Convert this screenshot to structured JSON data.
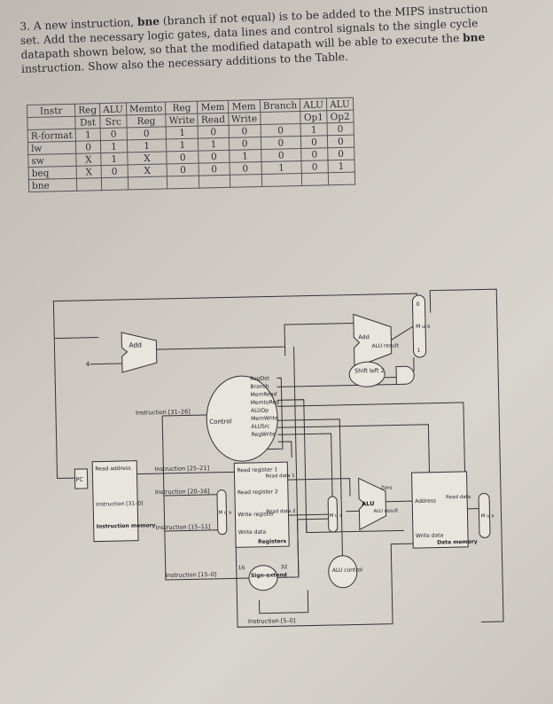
{
  "question": {
    "number": "3.",
    "line1_pre": "A new instruction, ",
    "line1_bold": "bne",
    "line1_post": " (branch if not equal) is to be added to the MIPS instruction",
    "line2": "set. Add the necessary logic gates, data lines and control signals to the single cycle",
    "line3_pre": "datapath shown below, so that the modified datapath will be able to execute the ",
    "line3_bold": "bne",
    "line4": "instruction. Show also the necessary additions to the Table."
  },
  "table": {
    "headers": [
      [
        "Instr",
        ""
      ],
      [
        "Reg",
        "Dst"
      ],
      [
        "ALU",
        "Src"
      ],
      [
        "Memto",
        "Reg"
      ],
      [
        "Reg",
        "Write"
      ],
      [
        "Mem",
        "Read"
      ],
      [
        "Mem",
        "Write"
      ],
      [
        "Branch",
        ""
      ],
      [
        "ALU",
        "Op1"
      ],
      [
        "ALU",
        "Op2"
      ]
    ],
    "rows": [
      [
        "R-format",
        "1",
        "0",
        "0",
        "1",
        "0",
        "0",
        "0",
        "1",
        "0"
      ],
      [
        "lw",
        "0",
        "1",
        "1",
        "1",
        "1",
        "0",
        "0",
        "0",
        "0"
      ],
      [
        "sw",
        "X",
        "1",
        "X",
        "0",
        "0",
        "1",
        "0",
        "0",
        "0"
      ],
      [
        "beq",
        "X",
        "0",
        "X",
        "0",
        "0",
        "0",
        "1",
        "0",
        "1"
      ],
      [
        "bne",
        "",
        "",
        "",
        "",
        "",
        "",
        "",
        "",
        ""
      ]
    ]
  },
  "diagram": {
    "add_label": "Add",
    "four_label": "4",
    "add_alu_label": "Add",
    "alu_result_label": "ALU result",
    "shift_label": "Shift left 2",
    "control_label": "Control",
    "control_signals": [
      "RegDst",
      "Branch",
      "MemRead",
      "MemtoReg",
      "ALUOp",
      "MemWrite",
      "ALUSrc",
      "RegWrite"
    ],
    "instr_31_26": "Instruction [31–26]",
    "instr_25_21": "Instruction [25–21]",
    "instr_20_16": "Instruction [20–16]",
    "instr_15_11": "Instruction [15–11]",
    "instr_15_0": "Instruction [15–0]",
    "instr_5_0": "Instruction [5–0]",
    "pc_label": "PC",
    "read_address": "Read address",
    "instruction_31_0": "Instruction [31–0]",
    "instruction_memory": "Instruction memory",
    "read_register_1": "Read register 1",
    "read_register_2": "Read register 2",
    "write_register": "Write register",
    "write_data": "Write data",
    "registers": "Registers",
    "read_data_1": "Read data 1",
    "read_data_2": "Read data 2",
    "sign_extend": "Sign-extend",
    "bits_16": "16",
    "bits_32": "32",
    "alu_control": "ALU control",
    "zero": "Zero",
    "alu_main": "ALU",
    "alu_main_result": "ALU result",
    "address": "Address",
    "read_data": "Read data",
    "write_data_mem": "Write data",
    "data_memory": "Data memory",
    "mux_label": "M u x",
    "mux_0": "0",
    "mux_1": "1"
  }
}
